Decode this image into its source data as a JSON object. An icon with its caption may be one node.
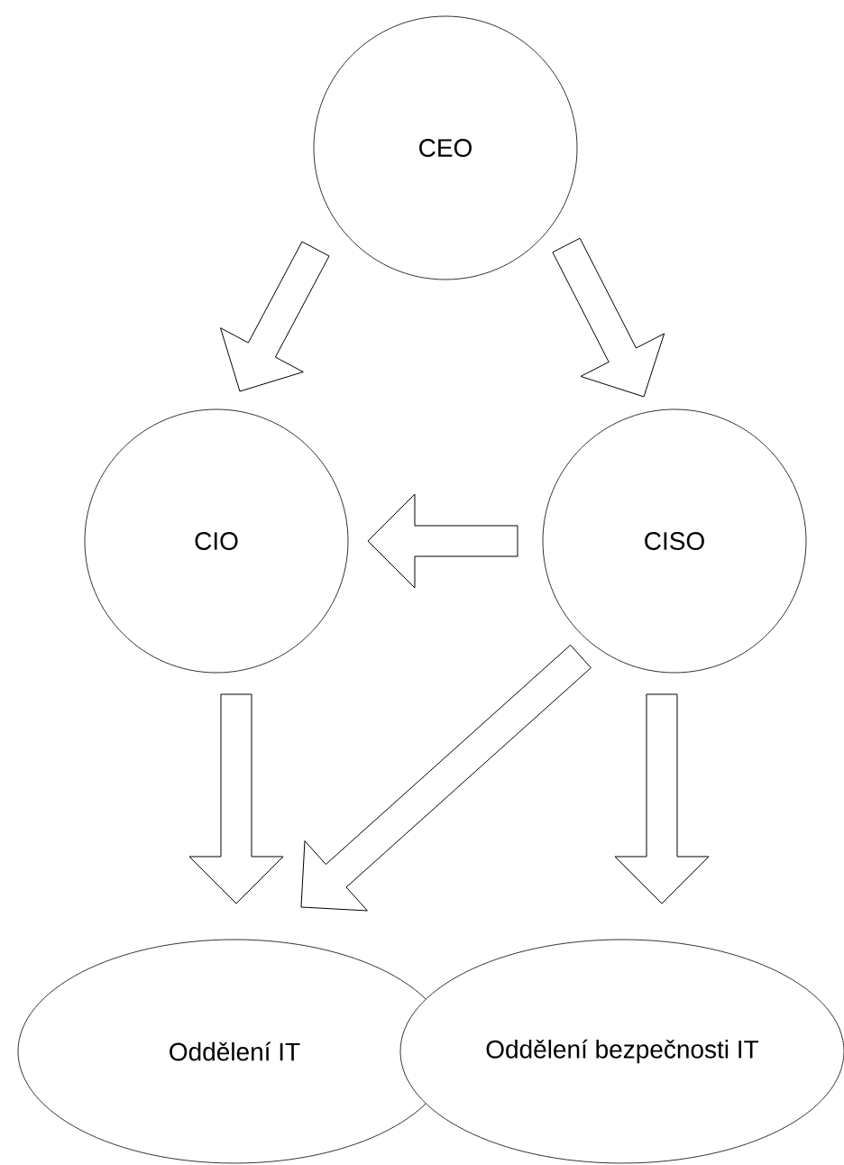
{
  "diagram": {
    "nodes": [
      {
        "text": [
          "CEO"
        ]
      },
      {
        "text": [
          "CIO"
        ]
      },
      {
        "text": [
          "CISO"
        ]
      },
      {
        "text": [
          "Oddělení IT"
        ]
      },
      {
        "text": [
          "Oddělení bezpečnosti IT"
        ]
      }
    ],
    "edges": [
      {
        "from": 0,
        "to": 1,
        "arrow": "to"
      },
      {
        "from": 0,
        "to": 2,
        "arrow": "to"
      },
      {
        "from": 2,
        "to": 1,
        "arrow": "to"
      },
      {
        "from": 1,
        "to": 3,
        "arrow": "to"
      },
      {
        "from": 2,
        "to": 4,
        "arrow": "to"
      },
      {
        "from": 2,
        "to": 3,
        "arrow": "to"
      }
    ]
  }
}
